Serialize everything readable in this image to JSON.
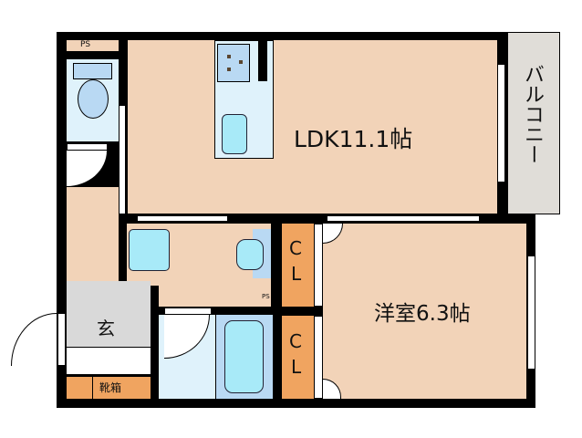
{
  "floorplan": {
    "rooms": {
      "ldk": {
        "label": "LDK11.1帖"
      },
      "western": {
        "label": "洋室6.3帖"
      },
      "balcony": {
        "label": "バルコニー"
      },
      "entrance": {
        "label": "玄"
      },
      "shoe_box": {
        "label": "靴箱"
      },
      "ps_top": {
        "label": "PS"
      },
      "ps_small": {
        "label": "PS"
      },
      "closet_1": {
        "label_c": "C",
        "label_l": "L"
      },
      "closet_2": {
        "label_c": "C",
        "label_l": "L"
      }
    },
    "colors": {
      "floor": "#f2d3b8",
      "wall": "#000000",
      "wet_area": "#dff2fb",
      "closet": "#f0a460",
      "entrance": "#d9d9d9",
      "balcony": "#e0ddd8",
      "fixture": "#a8eaf8"
    }
  }
}
